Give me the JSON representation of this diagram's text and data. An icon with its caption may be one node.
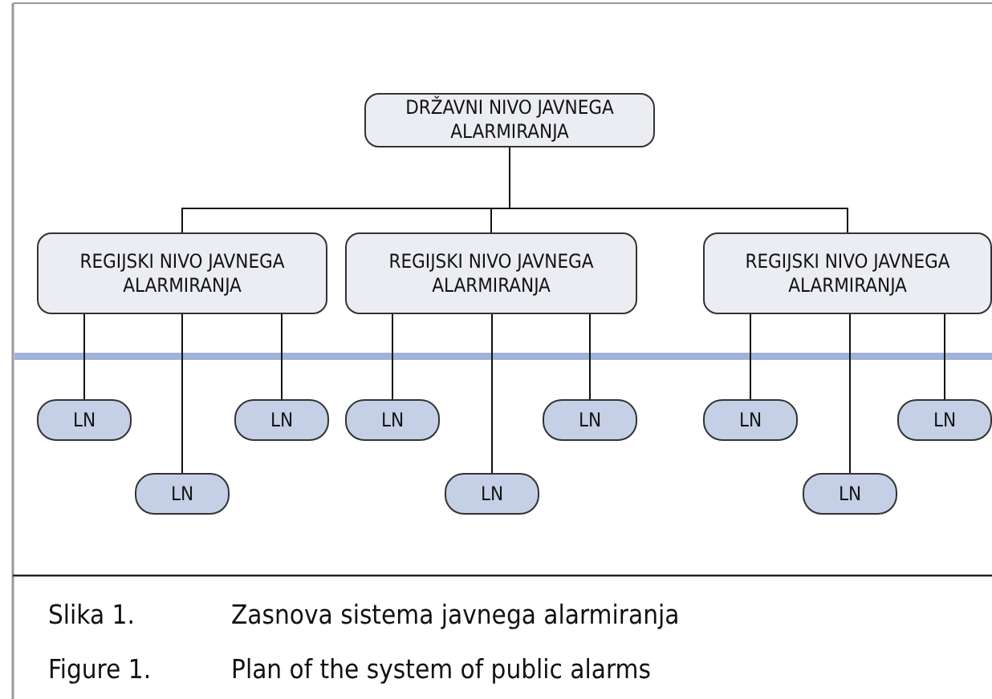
{
  "diagram": {
    "nodes": [
      {
        "text": [
          "DRŽAVNI NIVO JAVNEGA ALARMIRANJA"
        ]
      },
      {
        "text": [
          "REGIJSKI NIVO JAVNEGA ALARMIRANJA"
        ]
      },
      {
        "text": [
          "REGIJSKI NIVO JAVNEGA ALARMIRANJA"
        ]
      },
      {
        "text": [
          "REGIJSKI NIVO JAVNEGA ALARMIRANJA"
        ]
      },
      {
        "text": [
          "LN"
        ]
      },
      {
        "text": [
          "LN"
        ]
      },
      {
        "text": [
          "LN"
        ]
      },
      {
        "text": [
          "LN"
        ]
      },
      {
        "text": [
          "LN"
        ]
      },
      {
        "text": [
          "LN"
        ]
      },
      {
        "text": [
          "LN"
        ]
      },
      {
        "text": [
          "LN"
        ]
      },
      {
        "text": [
          "LN"
        ]
      }
    ],
    "edges": [
      {
        "from": 0,
        "to": 1,
        "arrow": "none"
      },
      {
        "from": 0,
        "to": 2,
        "arrow": "none"
      },
      {
        "from": 0,
        "to": 3,
        "arrow": "none"
      },
      {
        "from": 1,
        "to": 4,
        "arrow": "none"
      },
      {
        "from": 1,
        "to": 5,
        "arrow": "none"
      },
      {
        "from": 1,
        "to": 6,
        "arrow": "none"
      },
      {
        "from": 2,
        "to": 7,
        "arrow": "none"
      },
      {
        "from": 2,
        "to": 8,
        "arrow": "none"
      },
      {
        "from": 2,
        "to": 9,
        "arrow": "none"
      },
      {
        "from": 3,
        "to": 10,
        "arrow": "none"
      },
      {
        "from": 3,
        "to": 11,
        "arrow": "none"
      },
      {
        "from": 3,
        "to": 12,
        "arrow": "none"
      }
    ],
    "labels": [
      "Slika 1.",
      "Zasnova sistema javnega alarmiranja",
      "Figure 1.",
      "Plan of the system of public alarms"
    ]
  }
}
